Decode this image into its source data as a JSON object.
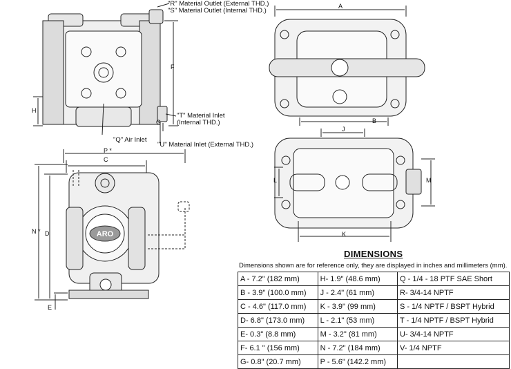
{
  "callouts": {
    "r_outlet": "\"R\" Material Outlet (External THD.)",
    "s_outlet": "\"S\" Material Outlet (Internal THD.)",
    "t_inlet_1": "\"T\" Material Inlet",
    "t_inlet_2": "(Internal THD.)",
    "q_air": "\"Q\" Air Inlet",
    "u_inlet": "\"U\" Material Inlet (External THD.)"
  },
  "dim_letters": {
    "a": "A",
    "b": "B",
    "c": "C",
    "d": "D",
    "e": "E",
    "f": "F",
    "g": "G",
    "h": "H",
    "j": "J",
    "k": "K",
    "l": "L",
    "m": "M",
    "n": "N *",
    "p": "P *"
  },
  "logo": {
    "text": "ARO"
  },
  "dimensions": {
    "title": "DIMENSIONS",
    "note": "Dimensions shown are for reference only, they are displayed in inches and millimeters (mm).",
    "rows": [
      [
        "A - 7.2\" (182 mm)",
        "H- 1.9\" (48.6 mm)",
        "Q - 1/4 - 18 PTF SAE Short"
      ],
      [
        "B - 3.9\" (100.0 mm)",
        "J - 2.4\" (61 mm)",
        "R- 3/4-14 NPTF"
      ],
      [
        "C - 4.6\" (117.0 mm)",
        "K - 3.9\" (99 mm)",
        "S - 1/4 NPTF / BSPT Hybrid"
      ],
      [
        "D- 6.8\" (173.0 mm)",
        "L - 2.1\" (53 mm)",
        "T - 1/4  NPTF / BSPT Hybrid"
      ],
      [
        "E- 0.3\" (8.8 mm)",
        "M - 3.2\" (81 mm)",
        "U- 3/4-14 NPTF"
      ],
      [
        "F- 6.1 \" (156 mm)",
        "N - 7.2\" (184 mm)",
        "V- 1/4 NPTF"
      ],
      [
        "G- 0.8\" (20.7 mm)",
        "P - 5.6\" (142.2 mm)",
        ""
      ]
    ]
  }
}
